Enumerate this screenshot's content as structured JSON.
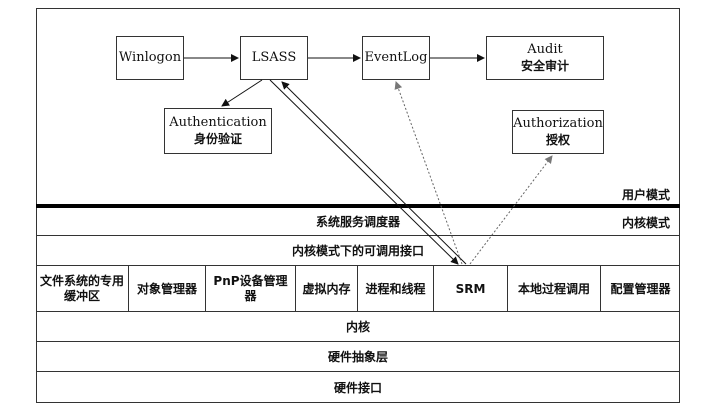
{
  "user_mode": {
    "winlogon": "Winlogon",
    "lsass": "LSASS",
    "eventlog": "EventLog",
    "audit_en": "Audit",
    "audit_zh": "安全审计",
    "auth_en": "Authentication",
    "auth_zh": "身份验证",
    "authz_en": "Authorization",
    "authz_zh": "授权",
    "label": "用户模式"
  },
  "kernel_mode": {
    "label": "内核模式",
    "dispatcher": "系统服务调度器",
    "callable": "内核模式下的可调用接口",
    "components": [
      "文件系统的专用缓冲区",
      "对象管理器",
      "PnP设备管理器",
      "虚拟内存",
      "进程和线程",
      "SRM",
      "本地过程调用",
      "配置管理器"
    ],
    "kernel": "内核",
    "hal": "硬件抽象层",
    "hw_interface": "硬件接口"
  }
}
